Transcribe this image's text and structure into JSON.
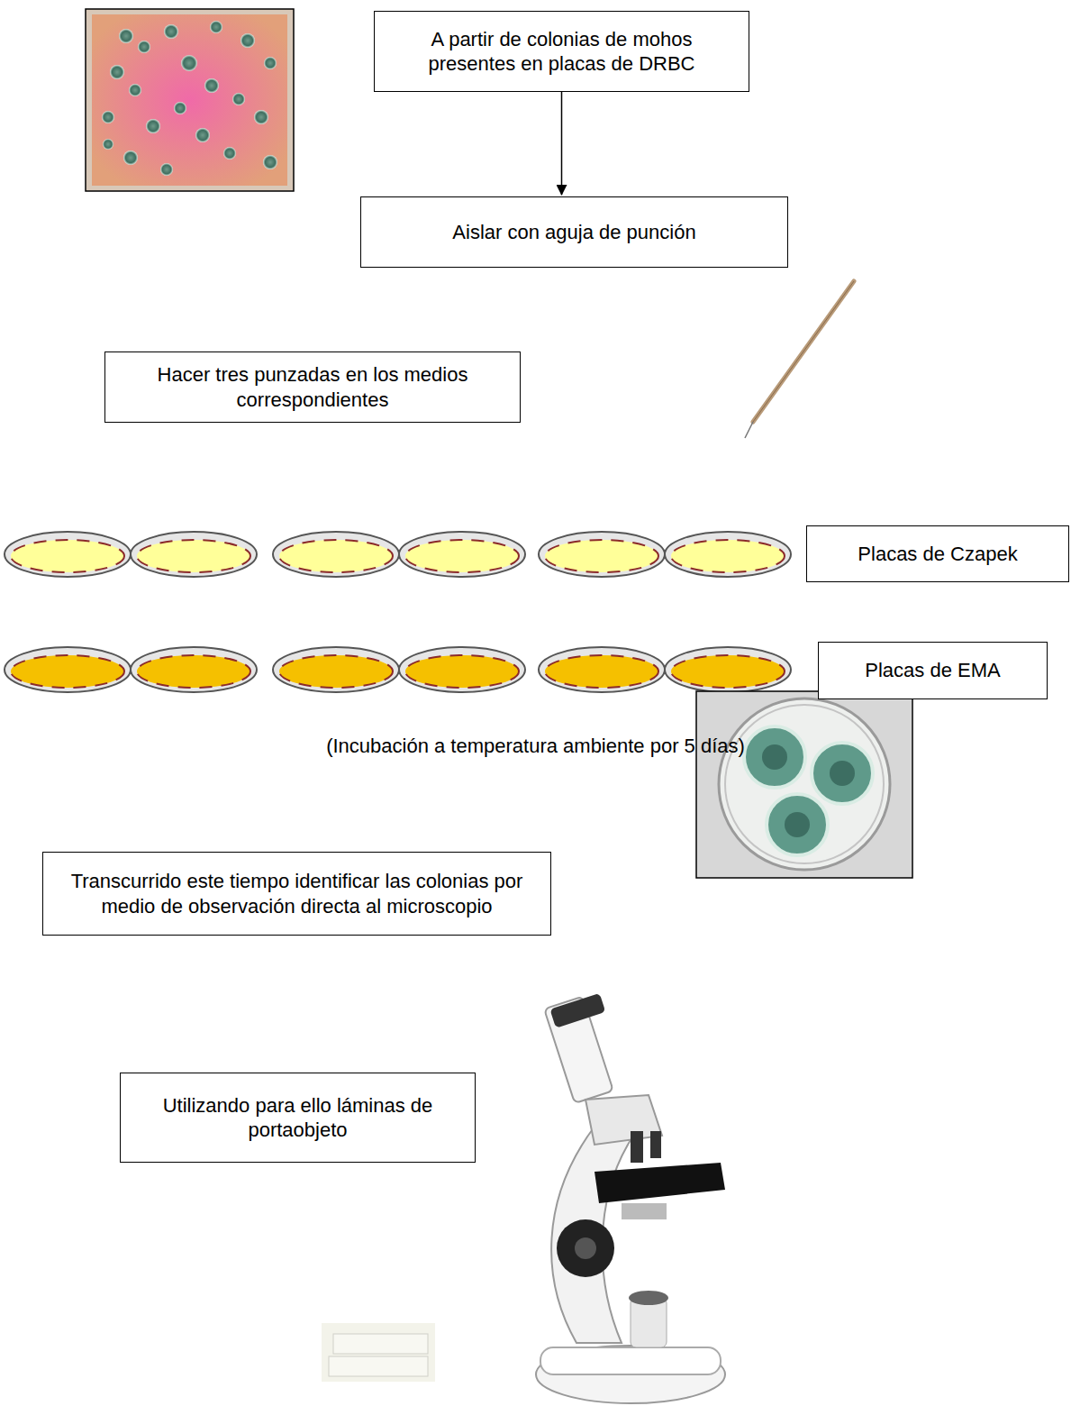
{
  "diagram": {
    "nodes": [
      {
        "text": [
          "A partir de colonias de mohos presentes en placas de DRBC"
        ]
      },
      {
        "text": [
          "Aislar con aguja de punción"
        ]
      },
      {
        "text": [
          "Hacer tres punzadas en los medios correspondientes"
        ]
      },
      {
        "text": [
          "Placas de Czapek"
        ]
      },
      {
        "text": [
          "Placas de EMA"
        ]
      },
      {
        "text": [
          "Transcurrido este tiempo identificar las colonias por medio de observación directa al microscopio"
        ]
      },
      {
        "text": [
          "Utilizando para ello láminas de portaobjeto"
        ]
      }
    ],
    "edges": [
      {
        "from": 0,
        "to": 1,
        "arrow": "to"
      }
    ],
    "labels": [
      "(Incubación a temperatura ambiente por 5 días)"
    ]
  }
}
